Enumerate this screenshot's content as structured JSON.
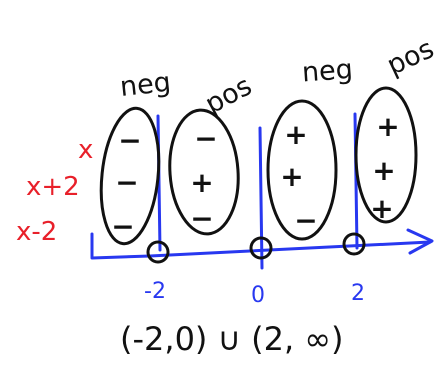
{
  "colors": {
    "ink": "#111111",
    "red": "#e8202a",
    "blue": "#2838f0",
    "background": "#ffffff"
  },
  "labels": {
    "interval_labels": [
      "neg",
      "pos",
      "neg",
      "pos"
    ],
    "factor_labels": [
      "x",
      "x+2",
      "x-2"
    ],
    "tick_labels": [
      "-2",
      "0",
      "2"
    ],
    "answer": "(-2,0) ∪ (2, ∞)"
  },
  "sign_columns": [
    {
      "signs": [
        "−",
        "−",
        "−"
      ]
    },
    {
      "signs": [
        "−",
        "+",
        "−"
      ]
    },
    {
      "signs": [
        "+",
        "+",
        "−"
      ]
    },
    {
      "signs": [
        "+",
        "+",
        "+"
      ]
    }
  ],
  "critical_points": [
    -2,
    0,
    2
  ]
}
